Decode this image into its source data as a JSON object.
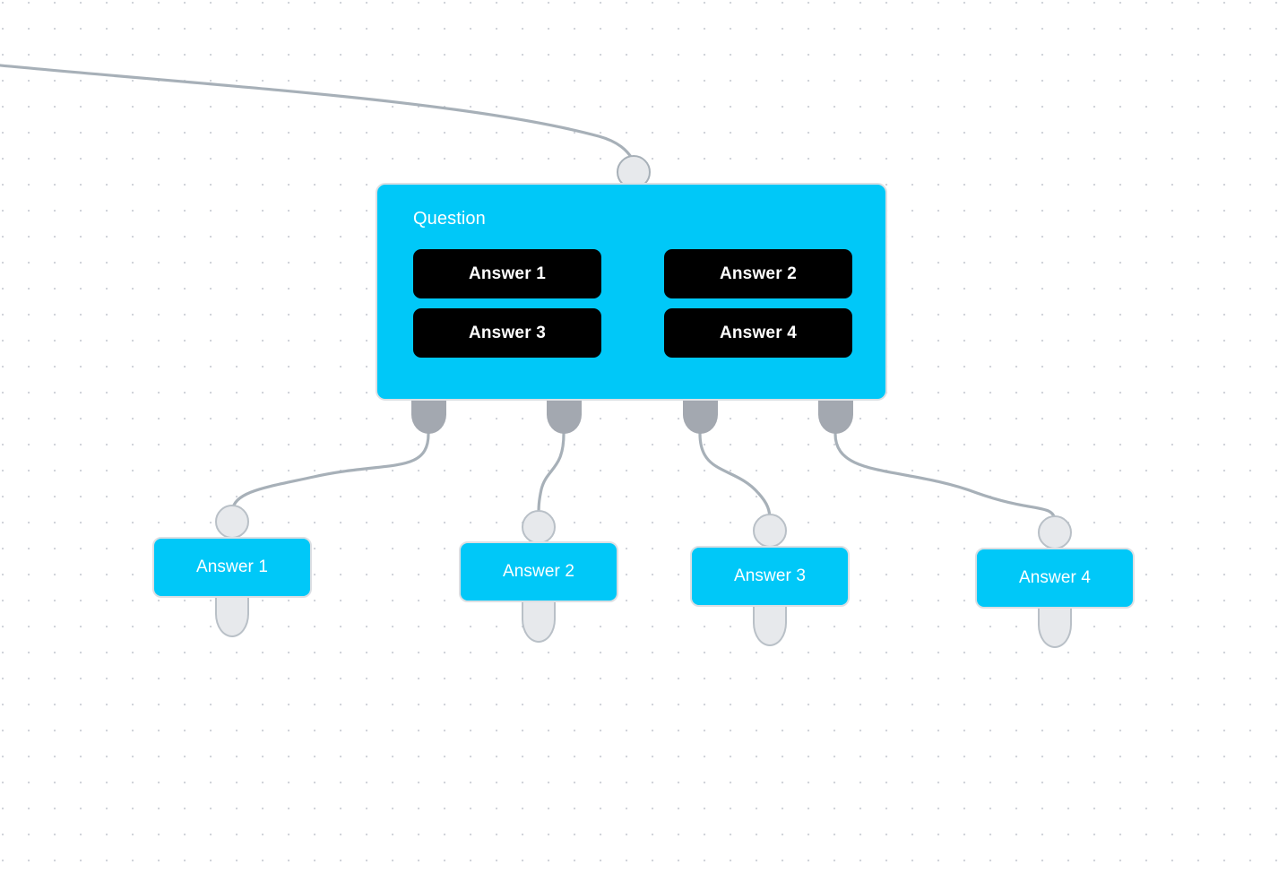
{
  "canvas": {
    "background_color": "#ffffff",
    "dot_color": "#cfd2d8",
    "grid_spacing": 29
  },
  "colors": {
    "node_cyan": "#00c8f8",
    "node_border": "#dcdfe3",
    "button_black": "#000000",
    "button_text": "#ffffff",
    "edge_stroke": "#a7b0b8",
    "handle_source_fill": "#a3a8b0",
    "handle_target_fill": "#e7e9ec",
    "handle_target_border": "#a7b0b8"
  },
  "question_node": {
    "title": "Question",
    "answers": [
      {
        "label": "Answer 1"
      },
      {
        "label": "Answer 2"
      },
      {
        "label": "Answer 3"
      },
      {
        "label": "Answer 4"
      }
    ]
  },
  "answer_nodes": [
    {
      "label": "Answer 1"
    },
    {
      "label": "Answer 2"
    },
    {
      "label": "Answer 3"
    },
    {
      "label": "Answer 4"
    }
  ],
  "edges": [
    {
      "name": "incoming-edge",
      "from": "offscreen-left",
      "to": "question-node-target-handle"
    },
    {
      "name": "edge-answer-1",
      "from": "question-source-handle-1",
      "to": "answer-node-1"
    },
    {
      "name": "edge-answer-2",
      "from": "question-source-handle-2",
      "to": "answer-node-2"
    },
    {
      "name": "edge-answer-3",
      "from": "question-source-handle-3",
      "to": "answer-node-3"
    },
    {
      "name": "edge-answer-4",
      "from": "question-source-handle-4",
      "to": "answer-node-4"
    }
  ]
}
